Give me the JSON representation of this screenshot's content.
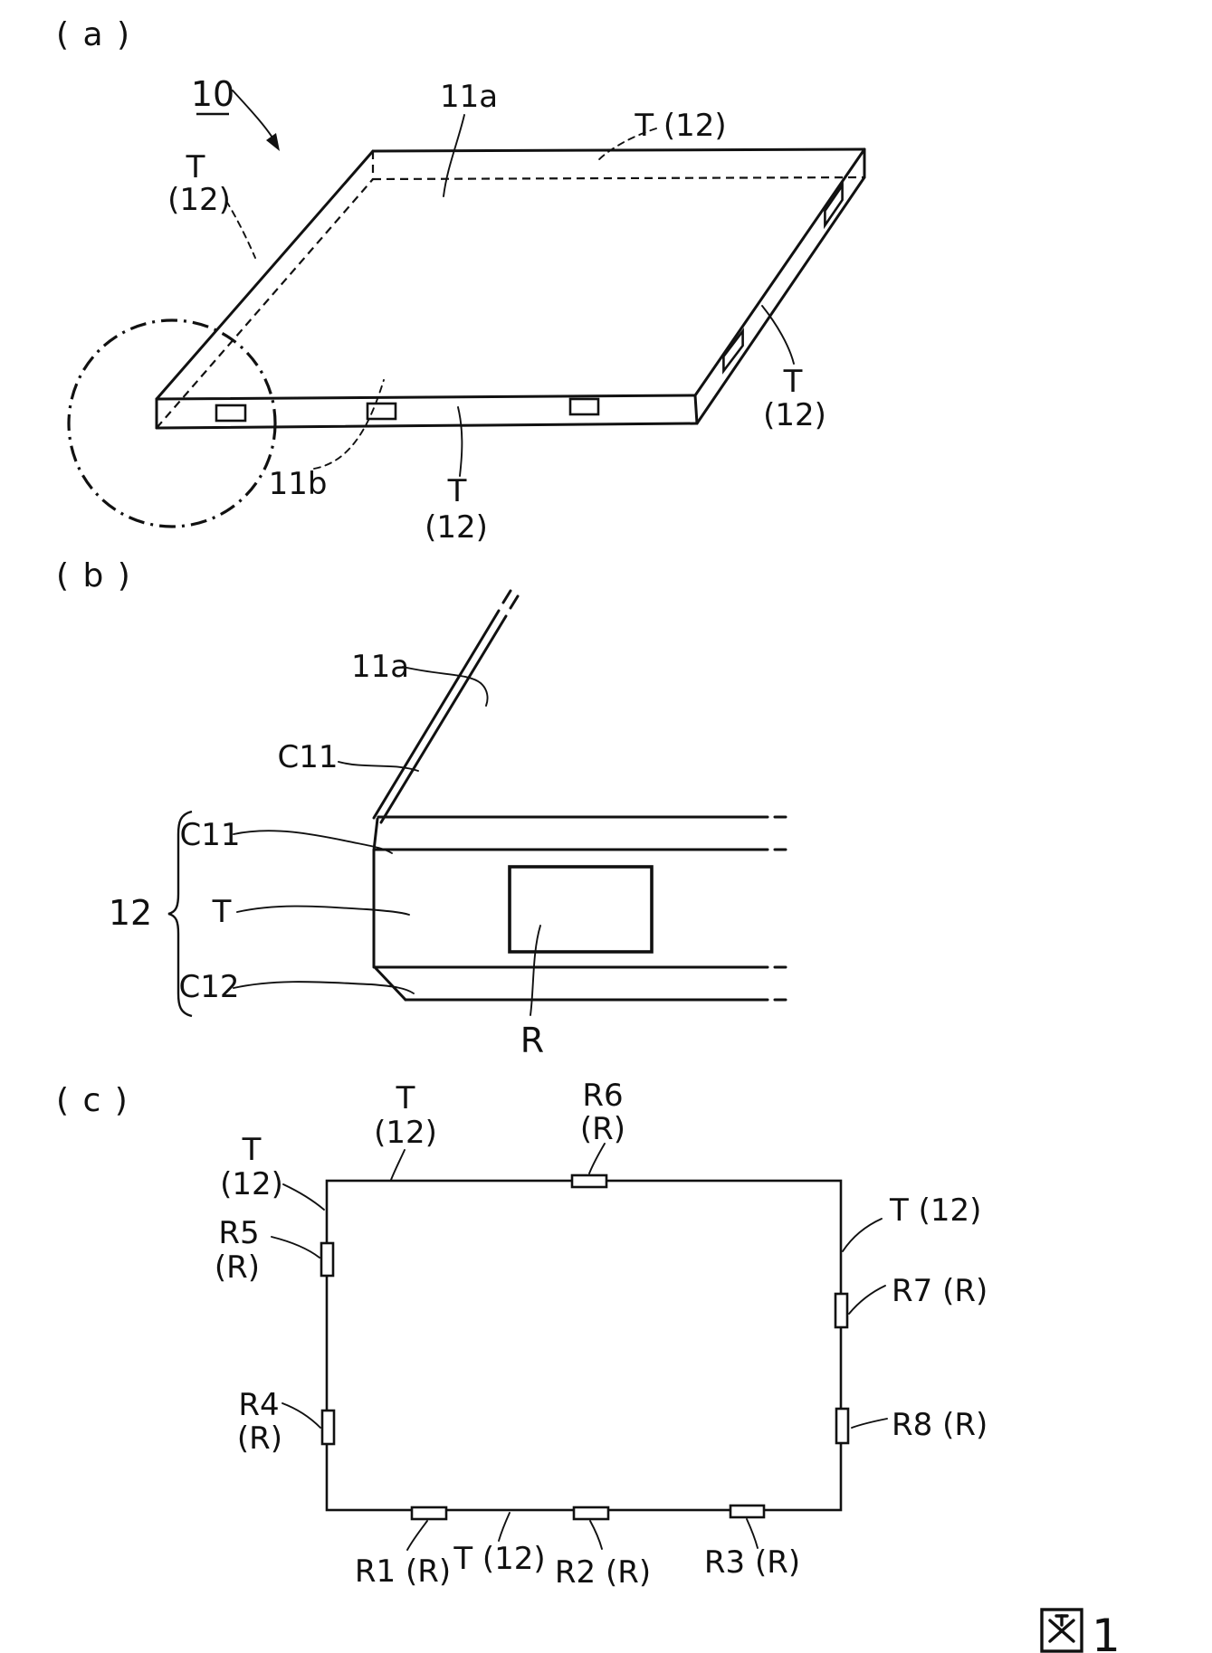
{
  "figure": {
    "caption": "図1",
    "caption_digit": "1",
    "panels": {
      "a": {
        "label": "( a )",
        "ref_10": "10",
        "ref_11a": "11a",
        "ref_11b": "11b",
        "t": "T",
        "p12": "(12)",
        "t12_inline": "T (12)"
      },
      "b": {
        "label": "( b )",
        "ref_11a": "11a",
        "c11_outer": "C11",
        "c11": "C11",
        "t": "T",
        "c12": "C12",
        "ref_12": "12",
        "r": "R"
      },
      "c": {
        "label": "( c )",
        "t": "T",
        "p12": "(12)",
        "t12_inline": "T (12)",
        "r6": "R6",
        "r6_r": "(R)",
        "r5": "R5",
        "r5_r": "(R)",
        "r4": "R4",
        "r4_r": "(R)",
        "r7": "R7 (R)",
        "r8": "R8 (R)",
        "r1": "R1 (R)",
        "r2": "R2 (R)",
        "r3": "R3 (R)"
      }
    }
  }
}
